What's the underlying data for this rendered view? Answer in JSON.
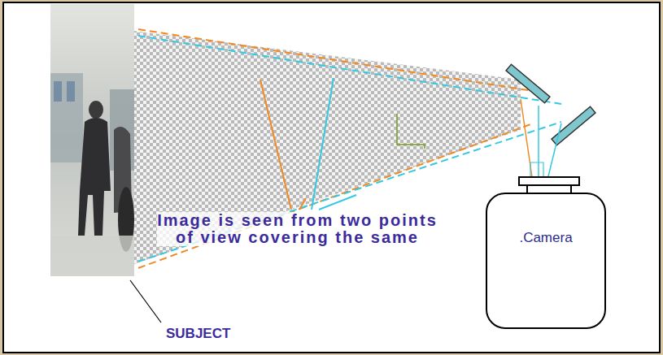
{
  "diagram": {
    "nodes": [
      {
        "text": [
          ".Camera"
        ]
      }
    ],
    "labels": [
      "Image is seen from two points of view covering the same",
      "SUBJECT"
    ]
  }
}
